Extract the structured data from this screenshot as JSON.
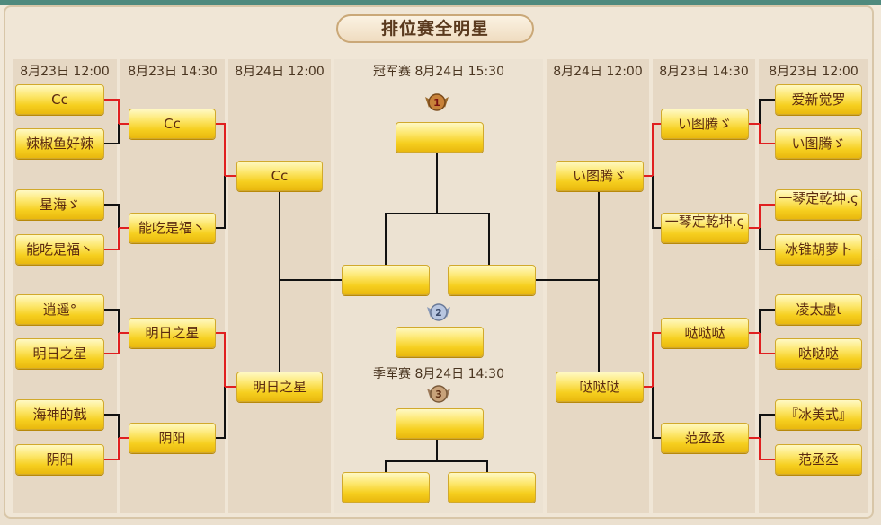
{
  "title": "排位赛全明星",
  "columns": {
    "l1": "8月23日 12:00",
    "l2": "8月23日 14:30",
    "l3": "8月24日 12:00",
    "final": "冠军赛 8月24日 15:30",
    "r3": "8月24日 12:00",
    "r2": "8月23日 14:30",
    "r1": "8月23日 12:00"
  },
  "third_place_label": "季军赛 8月24日 14:30",
  "left": {
    "round1": [
      "Cc",
      "辣椒鱼好辣",
      "星海ゞ",
      "能吃是福丶",
      "逍遥°",
      "明日之星",
      "海神的戟",
      "阴阳"
    ],
    "round2": [
      "Cc",
      "能吃是福丶",
      "明日之星",
      "阴阳"
    ],
    "round3": [
      "Cc",
      "明日之星"
    ]
  },
  "right": {
    "round1": [
      "爱新觉罗",
      "い图腾ゞ",
      "一琴定乾坤.ς",
      "冰锥胡萝卜",
      "凌太虚ι",
      "哒哒哒",
      "『冰美式』",
      "范丞丞"
    ],
    "round2": [
      "い图腾ゞ",
      "一琴定乾坤.ς",
      "哒哒哒",
      "范丞丞"
    ],
    "round3": [
      "い图腾ゞ",
      "哒哒哒"
    ]
  },
  "medals": {
    "gold": "1",
    "silver": "2",
    "bronze": "3"
  },
  "colors": {
    "win_line": "#e02020",
    "line": "#111111",
    "slot_gold": "#f6cf1f",
    "accent_teal": "#4f8a7e"
  }
}
